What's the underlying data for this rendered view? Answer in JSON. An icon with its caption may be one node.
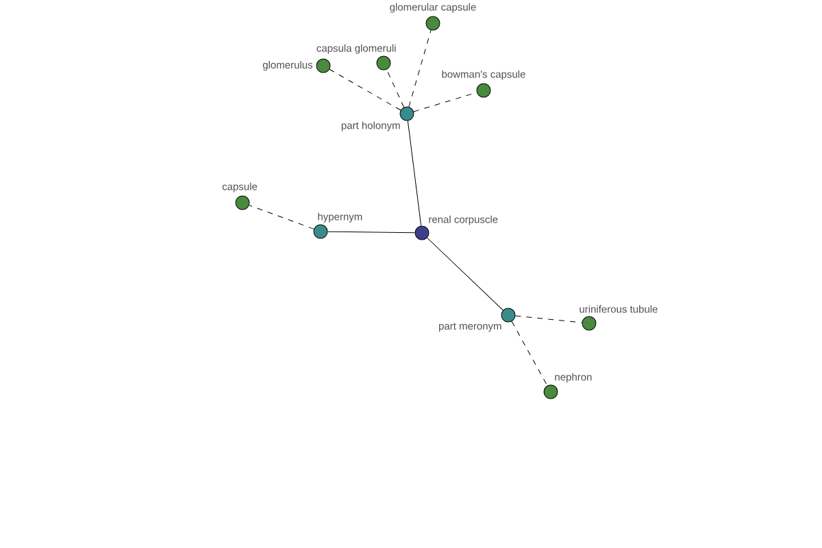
{
  "diagram": {
    "nodes": [
      {
        "text": [
          "glomerular capsule"
        ]
      },
      {
        "text": [
          "glomerulus"
        ]
      },
      {
        "text": [
          "capsula glomeruli"
        ]
      },
      {
        "text": [
          "bowman's capsule"
        ]
      },
      {
        "text": [
          "part holonym"
        ]
      },
      {
        "text": [
          "capsule"
        ]
      },
      {
        "text": [
          "hypernym"
        ]
      },
      {
        "text": [
          "renal corpuscle"
        ]
      },
      {
        "text": [
          "part meronym"
        ]
      },
      {
        "text": [
          "uriniferous tubule"
        ]
      },
      {
        "text": [
          "nephron"
        ]
      }
    ],
    "edges": [
      {
        "from": 7,
        "to": 6,
        "arrow": "none"
      },
      {
        "from": 7,
        "to": 4,
        "arrow": "none"
      },
      {
        "from": 7,
        "to": 8,
        "arrow": "none"
      },
      {
        "from": 6,
        "to": 5,
        "arrow": "none",
        "style": "dashed"
      },
      {
        "from": 4,
        "to": 1,
        "arrow": "none",
        "style": "dashed"
      },
      {
        "from": 4,
        "to": 2,
        "arrow": "none",
        "style": "dashed"
      },
      {
        "from": 4,
        "to": 0,
        "arrow": "none",
        "style": "dashed"
      },
      {
        "from": 4,
        "to": 3,
        "arrow": "none",
        "style": "dashed"
      },
      {
        "from": 8,
        "to": 9,
        "arrow": "none",
        "style": "dashed"
      },
      {
        "from": 8,
        "to": 10,
        "arrow": "none",
        "style": "dashed"
      }
    ]
  }
}
